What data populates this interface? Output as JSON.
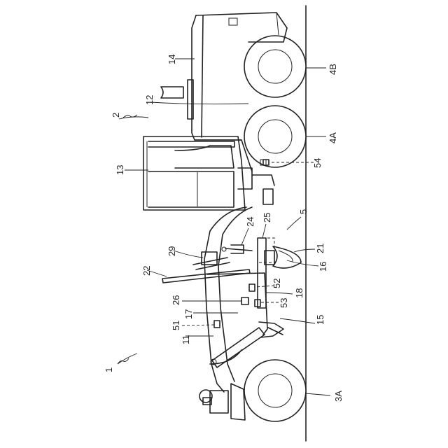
{
  "figure": {
    "labels": {
      "l1": "1",
      "l2": "2",
      "l3A": "3A",
      "l4A": "4A",
      "l4B": "4B",
      "l5": "5",
      "l11": "11",
      "l12": "12",
      "l13": "13",
      "l14": "14",
      "l15": "15",
      "l16": "16",
      "l17": "17",
      "l18": "18",
      "l21": "21",
      "l22": "22",
      "l24": "24",
      "l25": "25",
      "l26": "26",
      "l29": "29",
      "l51": "51",
      "l52": "52",
      "l53": "53",
      "l54": "54"
    }
  }
}
